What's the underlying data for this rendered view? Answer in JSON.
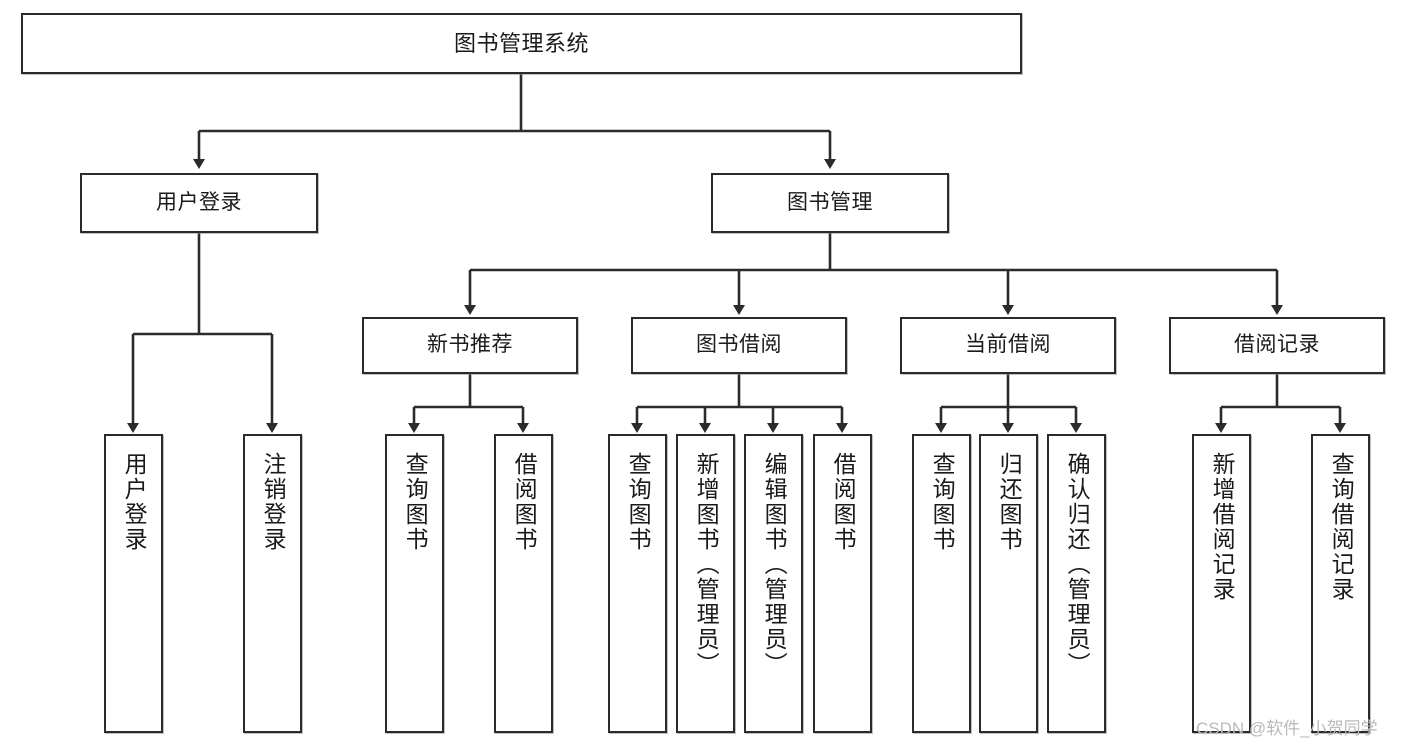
{
  "diagram": {
    "title": "图书管理系统",
    "type": "tree",
    "orientation": "top-down",
    "colors": {
      "box_border": "#2b2b2b",
      "box_fill": "#ffffff",
      "edge": "#2b2b2b",
      "text": "#1a1a1a",
      "watermark": "#b9b9b9",
      "background": "#ffffff"
    },
    "nodes": {
      "root": {
        "label": "图书管理系统"
      },
      "level2": [
        {
          "id": "user-login",
          "label": "用户登录"
        },
        {
          "id": "book-manage",
          "label": "图书管理"
        }
      ],
      "level3": [
        {
          "id": "new-book-recommend",
          "label": "新书推荐"
        },
        {
          "id": "book-borrow",
          "label": "图书借阅"
        },
        {
          "id": "current-borrow",
          "label": "当前借阅"
        },
        {
          "id": "borrow-record",
          "label": "借阅记录"
        }
      ],
      "leaves": [
        {
          "id": "leaf-user-login",
          "label": "用户登录",
          "parent": "user-login"
        },
        {
          "id": "leaf-user-logout",
          "label": "注销登录",
          "parent": "user-login"
        },
        {
          "id": "leaf-query-book-1",
          "label": "查询图书",
          "parent": "new-book-recommend"
        },
        {
          "id": "leaf-borrow-book-1",
          "label": "借阅图书",
          "parent": "new-book-recommend"
        },
        {
          "id": "leaf-query-book-2",
          "label": "查询图书",
          "parent": "book-borrow"
        },
        {
          "id": "leaf-add-book",
          "label": "新增图书（管理员）",
          "parent": "book-borrow"
        },
        {
          "id": "leaf-edit-book",
          "label": "编辑图书（管理员）",
          "parent": "book-borrow"
        },
        {
          "id": "leaf-borrow-book-2",
          "label": "借阅图书",
          "parent": "book-borrow"
        },
        {
          "id": "leaf-query-book-3",
          "label": "查询图书",
          "parent": "current-borrow"
        },
        {
          "id": "leaf-return-book",
          "label": "归还图书",
          "parent": "current-borrow"
        },
        {
          "id": "leaf-confirm-return",
          "label": "确认归还（管理员）",
          "parent": "current-borrow"
        },
        {
          "id": "leaf-add-record",
          "label": "新增借阅记录",
          "parent": "borrow-record"
        },
        {
          "id": "leaf-query-record",
          "label": "查询借阅记录",
          "parent": "borrow-record"
        }
      ]
    },
    "watermark": "CSDN @软件_小贺同学"
  }
}
